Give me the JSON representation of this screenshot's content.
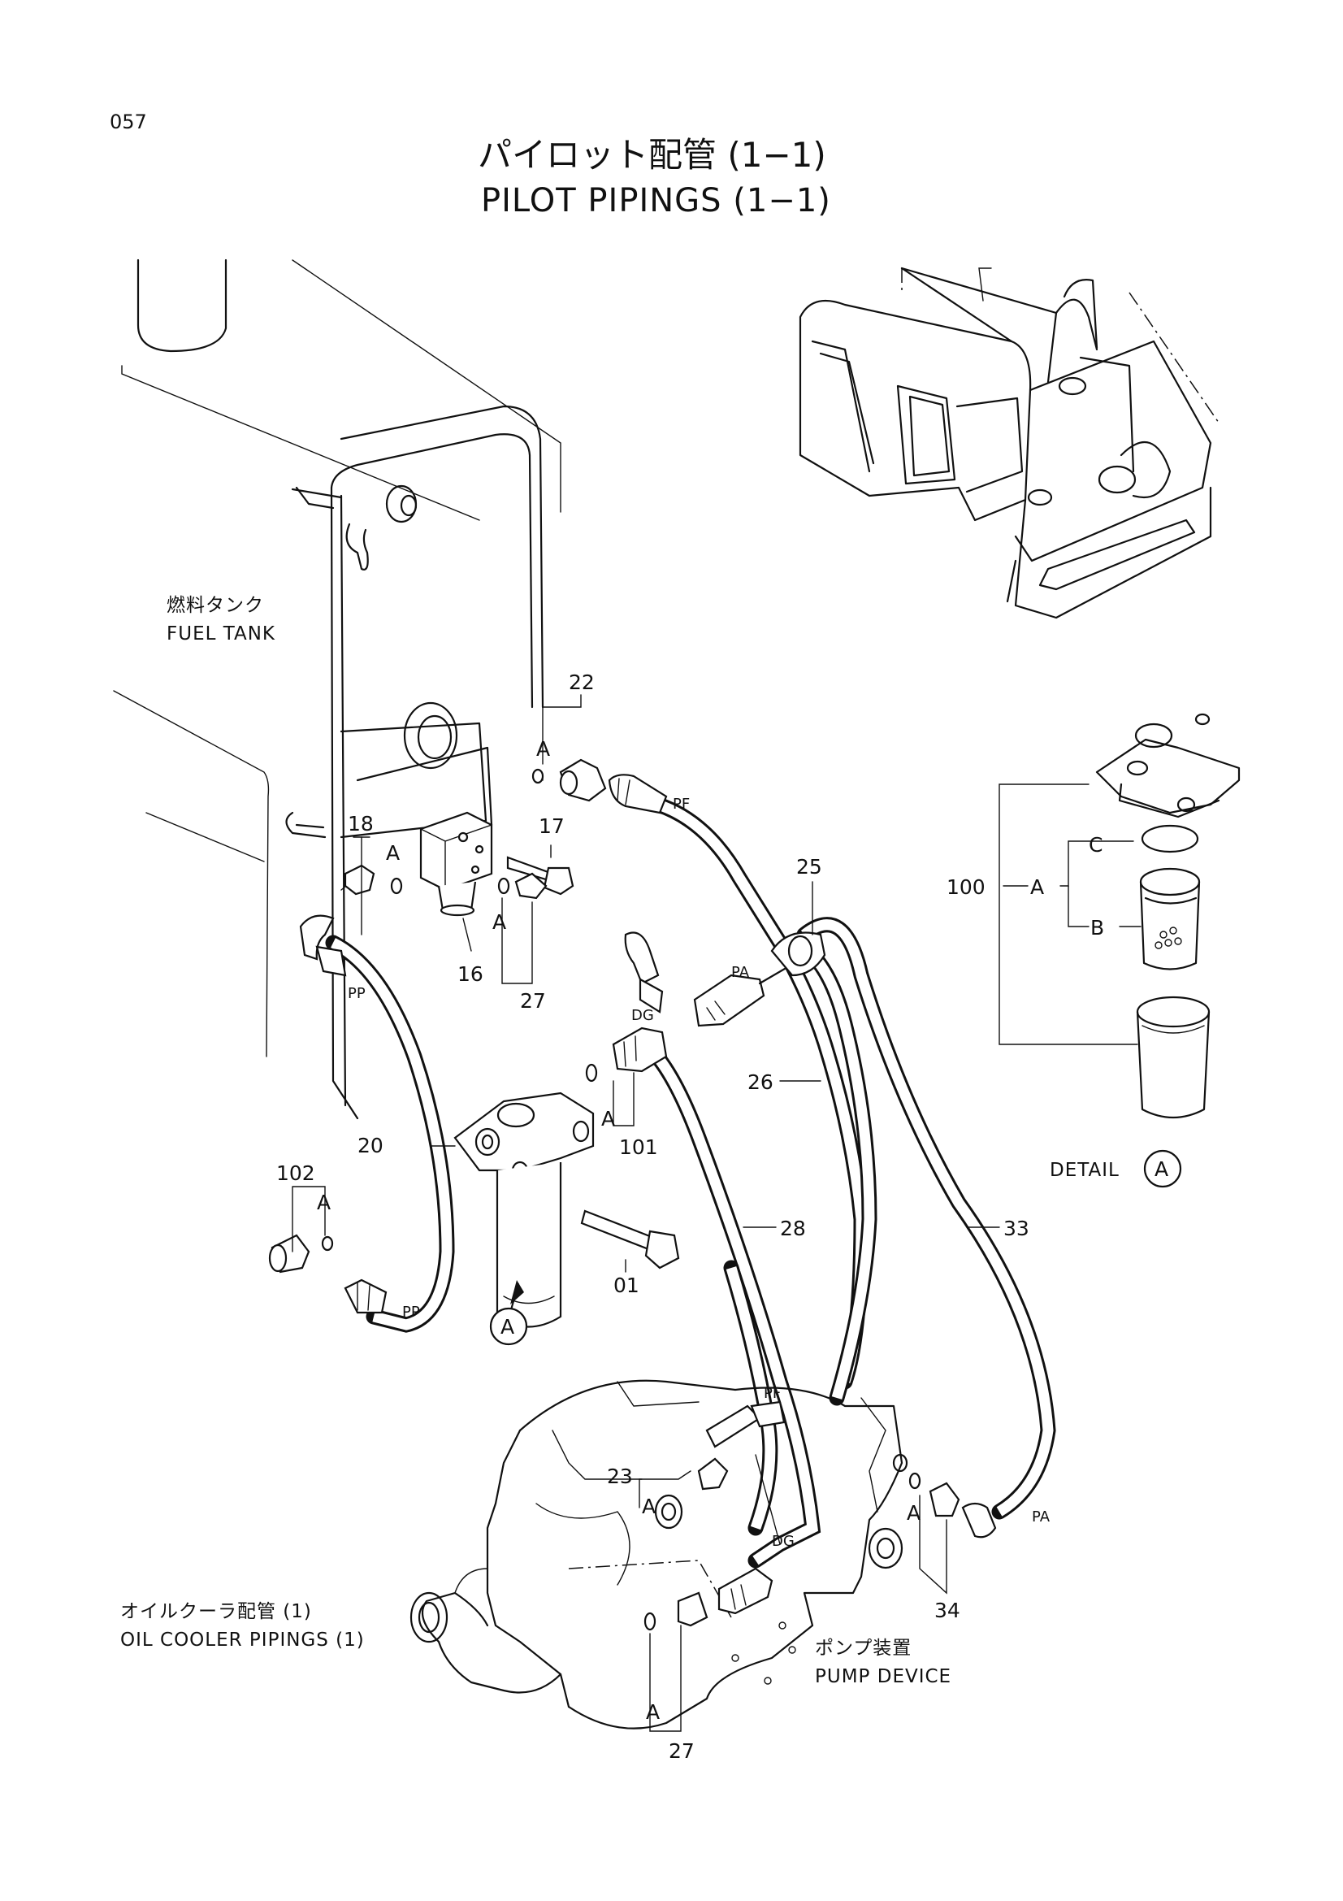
{
  "page_number": "057",
  "title_jp": "パイロット配管 (1−1)",
  "title_en": "PILOT PIPINGS (1−1)",
  "captions": {
    "fuel_tank_jp": "燃料タンク",
    "fuel_tank_en": "FUEL TANK",
    "oil_cooler_jp": "オイルクーラ配管 (1)",
    "oil_cooler_en": "OIL COOLER PIPINGS (1)",
    "pump_jp": "ポンプ装置",
    "pump_en": "PUMP DEVICE",
    "detail": "DETAIL",
    "detail_ref": "A"
  },
  "part_numbers": {
    "p22": "22",
    "p18": "18",
    "p17": "17",
    "p16": "16",
    "p27a": "27",
    "p25": "25",
    "p26": "26",
    "p20": "20",
    "p101": "101",
    "p102": "102",
    "p01": "01",
    "p28": "28",
    "p33": "33",
    "p23": "23",
    "p34": "34",
    "p27b": "27",
    "p100": "100"
  },
  "detail_letters": {
    "a": "A",
    "b": "B",
    "c": "C"
  },
  "port_labels": {
    "pf": "PF",
    "pp": "PP",
    "pa": "PA",
    "dg": "DG"
  },
  "ref_letter": "A",
  "callout_ref": "A"
}
